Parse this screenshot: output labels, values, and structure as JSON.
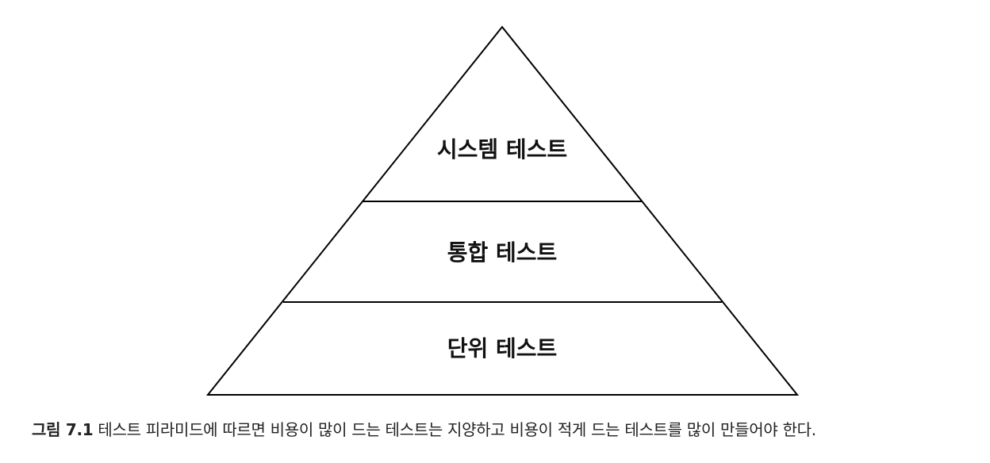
{
  "diagram": {
    "tiers": [
      {
        "id": "system",
        "label": "시스템 테스트"
      },
      {
        "id": "integration",
        "label": "통합 테스트"
      },
      {
        "id": "unit",
        "label": "단위 테스트"
      }
    ],
    "colors": {
      "stroke": "#000000",
      "text": "#111111"
    }
  },
  "caption": {
    "figure_label": "그림 7.1",
    "text": "테스트 피라미드에 따르면 비용이 많이 드는 테스트는 지양하고 비용이 적게 드는 테스트를 많이 만들어야 한다."
  }
}
